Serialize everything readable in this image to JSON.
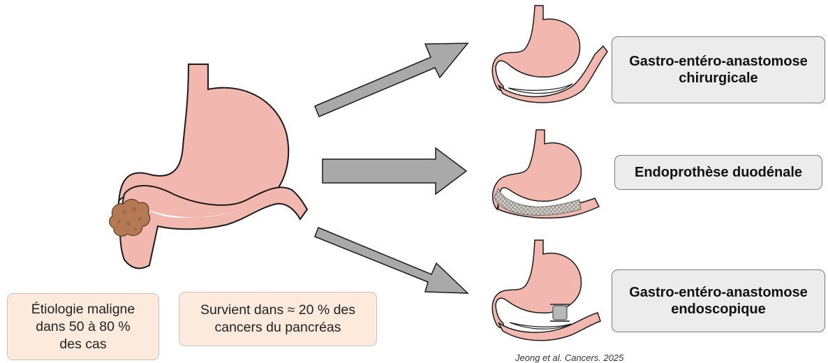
{
  "colors": {
    "stomach_fill": "#f2b8b0",
    "outline": "#1a1a1a",
    "arrow_fill": "#a9a9a9",
    "tumor_fill": "#b57a55",
    "option_box_bg": "#ececec",
    "note_box_bg": "#fcebdd"
  },
  "options": [
    {
      "lines": [
        "Gastro-entéro-anastomose",
        "chirurgicale"
      ]
    },
    {
      "lines": [
        "Endoprothèse duodénale"
      ]
    },
    {
      "lines": [
        "Gastro-entéro-anastomose",
        "endoscopique"
      ]
    }
  ],
  "notes": [
    {
      "lines": [
        "Étiologie maligne",
        "dans 50 à 80 %",
        "des cas"
      ]
    },
    {
      "lines": [
        "Survient dans ≈ 20 % des",
        "cancers du pancréas"
      ]
    }
  ],
  "citation": "Jeong et al. Cancers. 2025"
}
